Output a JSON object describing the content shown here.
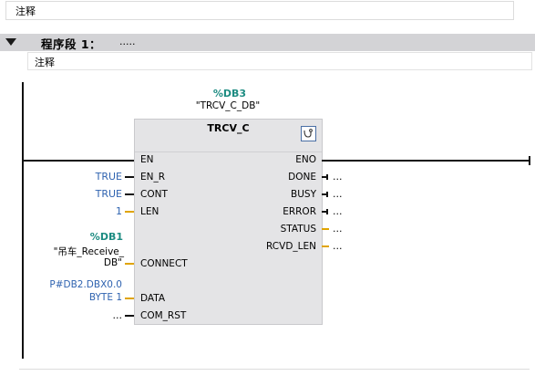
{
  "top_comment": "注释",
  "segment": {
    "title": "程序段 1：",
    "dots": ".....",
    "comment": "注释"
  },
  "instance": {
    "db_symbol": "%DB3",
    "db_name": "\"TRCV_C_DB\""
  },
  "block": {
    "name": "TRCV_C",
    "icon": "instruction-help-icon",
    "inputs": {
      "en": "EN",
      "en_r": "EN_R",
      "cont": "CONT",
      "len": "LEN",
      "connect": "CONNECT",
      "data": "DATA",
      "com_rst": "COM_RST"
    },
    "outputs": {
      "eno": "ENO",
      "done": "DONE",
      "busy": "BUSY",
      "error": "ERROR",
      "status": "STATUS",
      "rcvd_len": "RCVD_LEN"
    }
  },
  "params": {
    "en_r": "TRUE",
    "cont": "TRUE",
    "len": "1",
    "connect_db_symbol": "%DB1",
    "connect_db_line1": "\"吊车_Receive_",
    "connect_db_line2": "DB\"",
    "data_line1": "P#DB2.DBX0.0",
    "data_line2": "BYTE 1",
    "com_rst": "...",
    "done": "...",
    "busy": "...",
    "error": "...",
    "status": "...",
    "rcvd_len": "..."
  },
  "colors": {
    "teal": "#1d8c82",
    "blue": "#2f63b0",
    "block_fill": "#e4e4e6",
    "header_fill": "#d3d3d6"
  }
}
